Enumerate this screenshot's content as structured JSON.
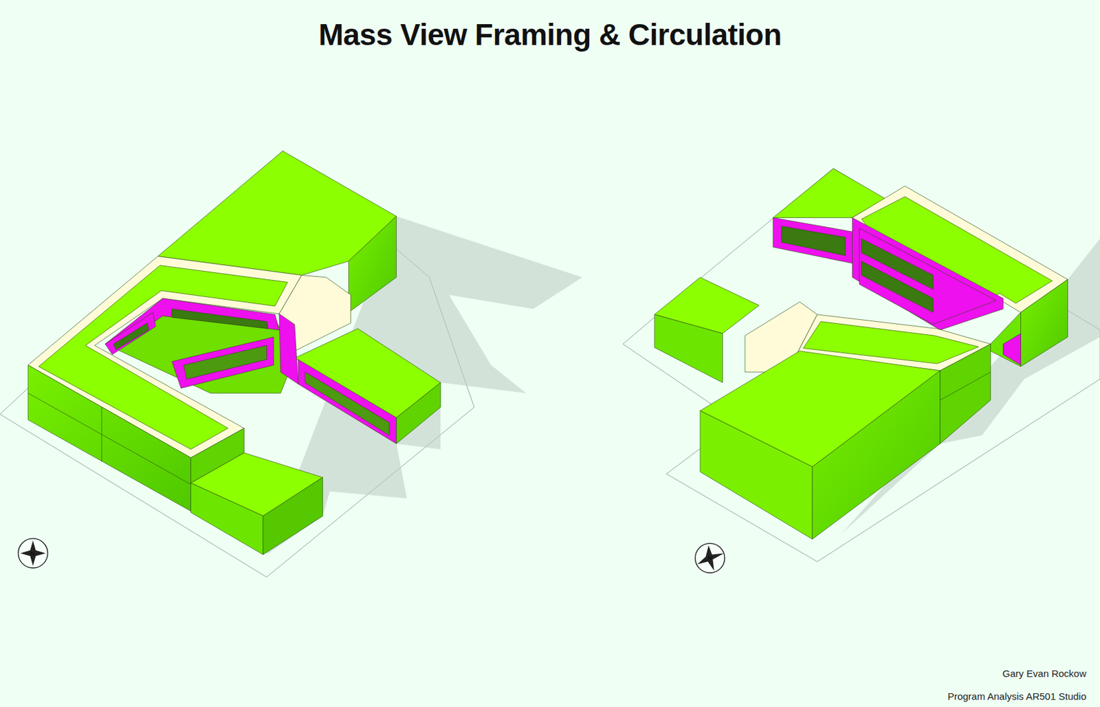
{
  "diagram": {
    "title": "Mass View Framing & Circulation",
    "labels": [
      "N",
      "N",
      "Gary Evan Rockow",
      "Program Analysis AR501 Studio"
    ]
  }
}
